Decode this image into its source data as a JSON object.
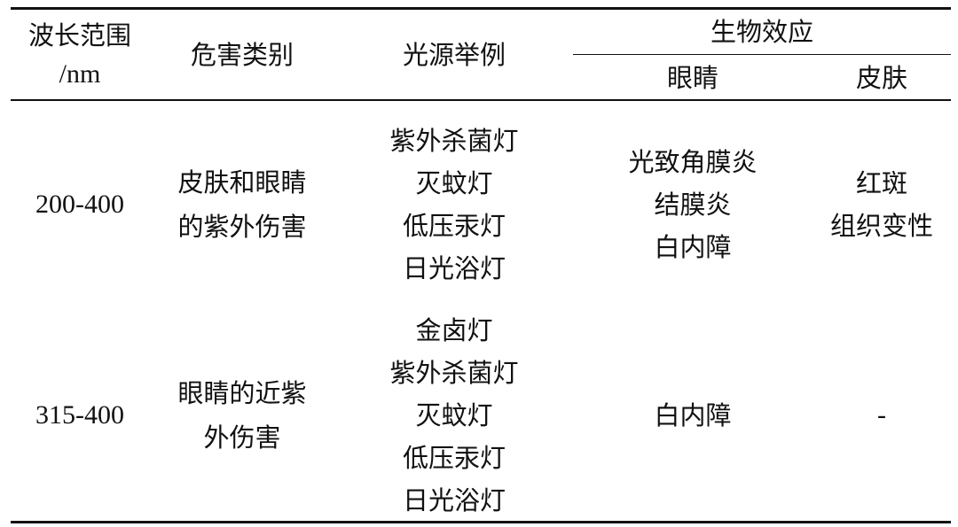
{
  "table": {
    "header": {
      "wavelength_line1": "波长范围",
      "wavelength_line2": "/nm",
      "hazard_type": "危害类别",
      "light_source": "光源举例",
      "bio_effect": "生物效应",
      "eye": "眼睛",
      "skin": "皮肤"
    },
    "rows": [
      {
        "wavelength": "200-400",
        "hazard": [
          "皮肤和眼睛",
          "的紫外伤害"
        ],
        "sources": [
          "紫外杀菌灯",
          "灭蚊灯",
          "低压汞灯",
          "日光浴灯"
        ],
        "eye": [
          "光致角膜炎",
          "结膜炎",
          "白内障"
        ],
        "skin": [
          "红斑",
          "组织变性"
        ]
      },
      {
        "wavelength": "315-400",
        "hazard": [
          "眼睛的近紫",
          "外伤害"
        ],
        "sources": [
          "金卤灯",
          "紫外杀菌灯",
          "灭蚊灯",
          "低压汞灯",
          "日光浴灯"
        ],
        "eye": [
          "白内障"
        ],
        "skin": [
          "-"
        ]
      }
    ]
  }
}
